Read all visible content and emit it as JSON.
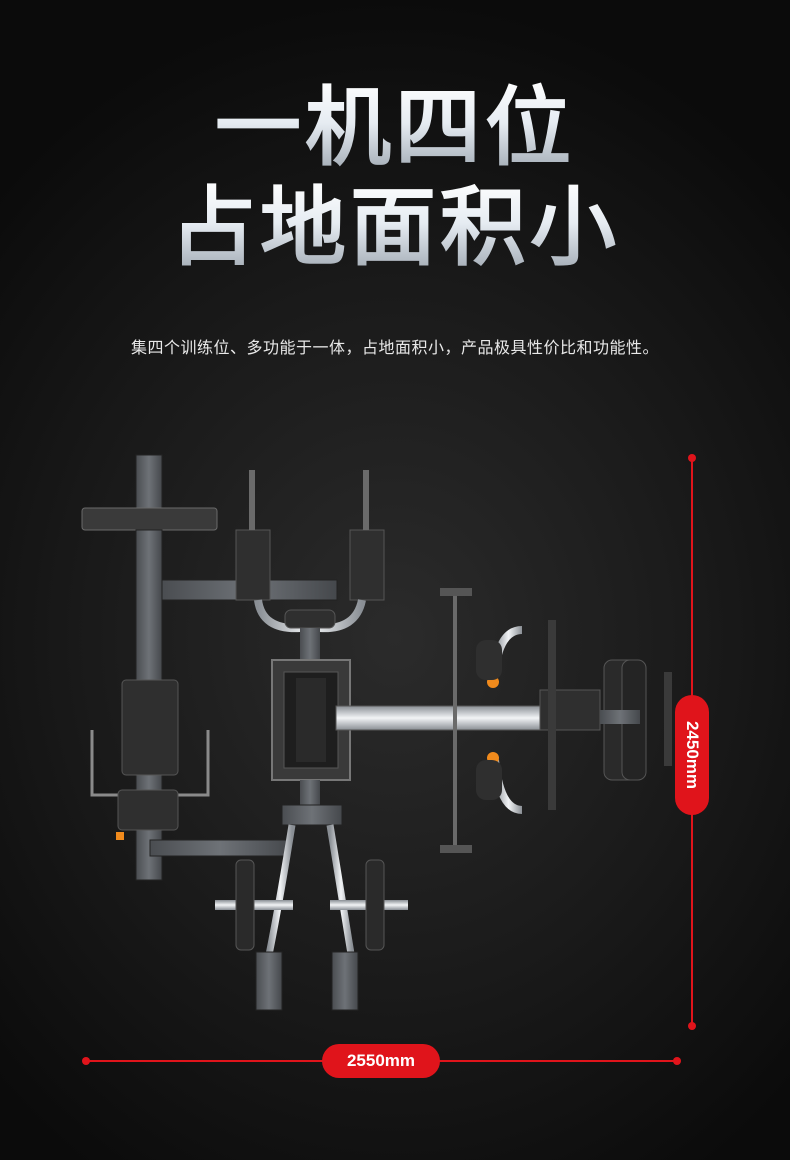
{
  "headline": {
    "line1": "一机四位",
    "line2": "占地面积小"
  },
  "subtitle": "集四个训练位、多功能于一体，占地面积小，产品极具性价比和功能性。",
  "dimensions": {
    "width_label": "2550mm",
    "height_label": "2450mm"
  },
  "colors": {
    "background": "#161616",
    "accent_red": "#e0141b",
    "frame": "#5a5a5a",
    "pad": "#2f2f2f",
    "orange": "#f08a1c"
  }
}
